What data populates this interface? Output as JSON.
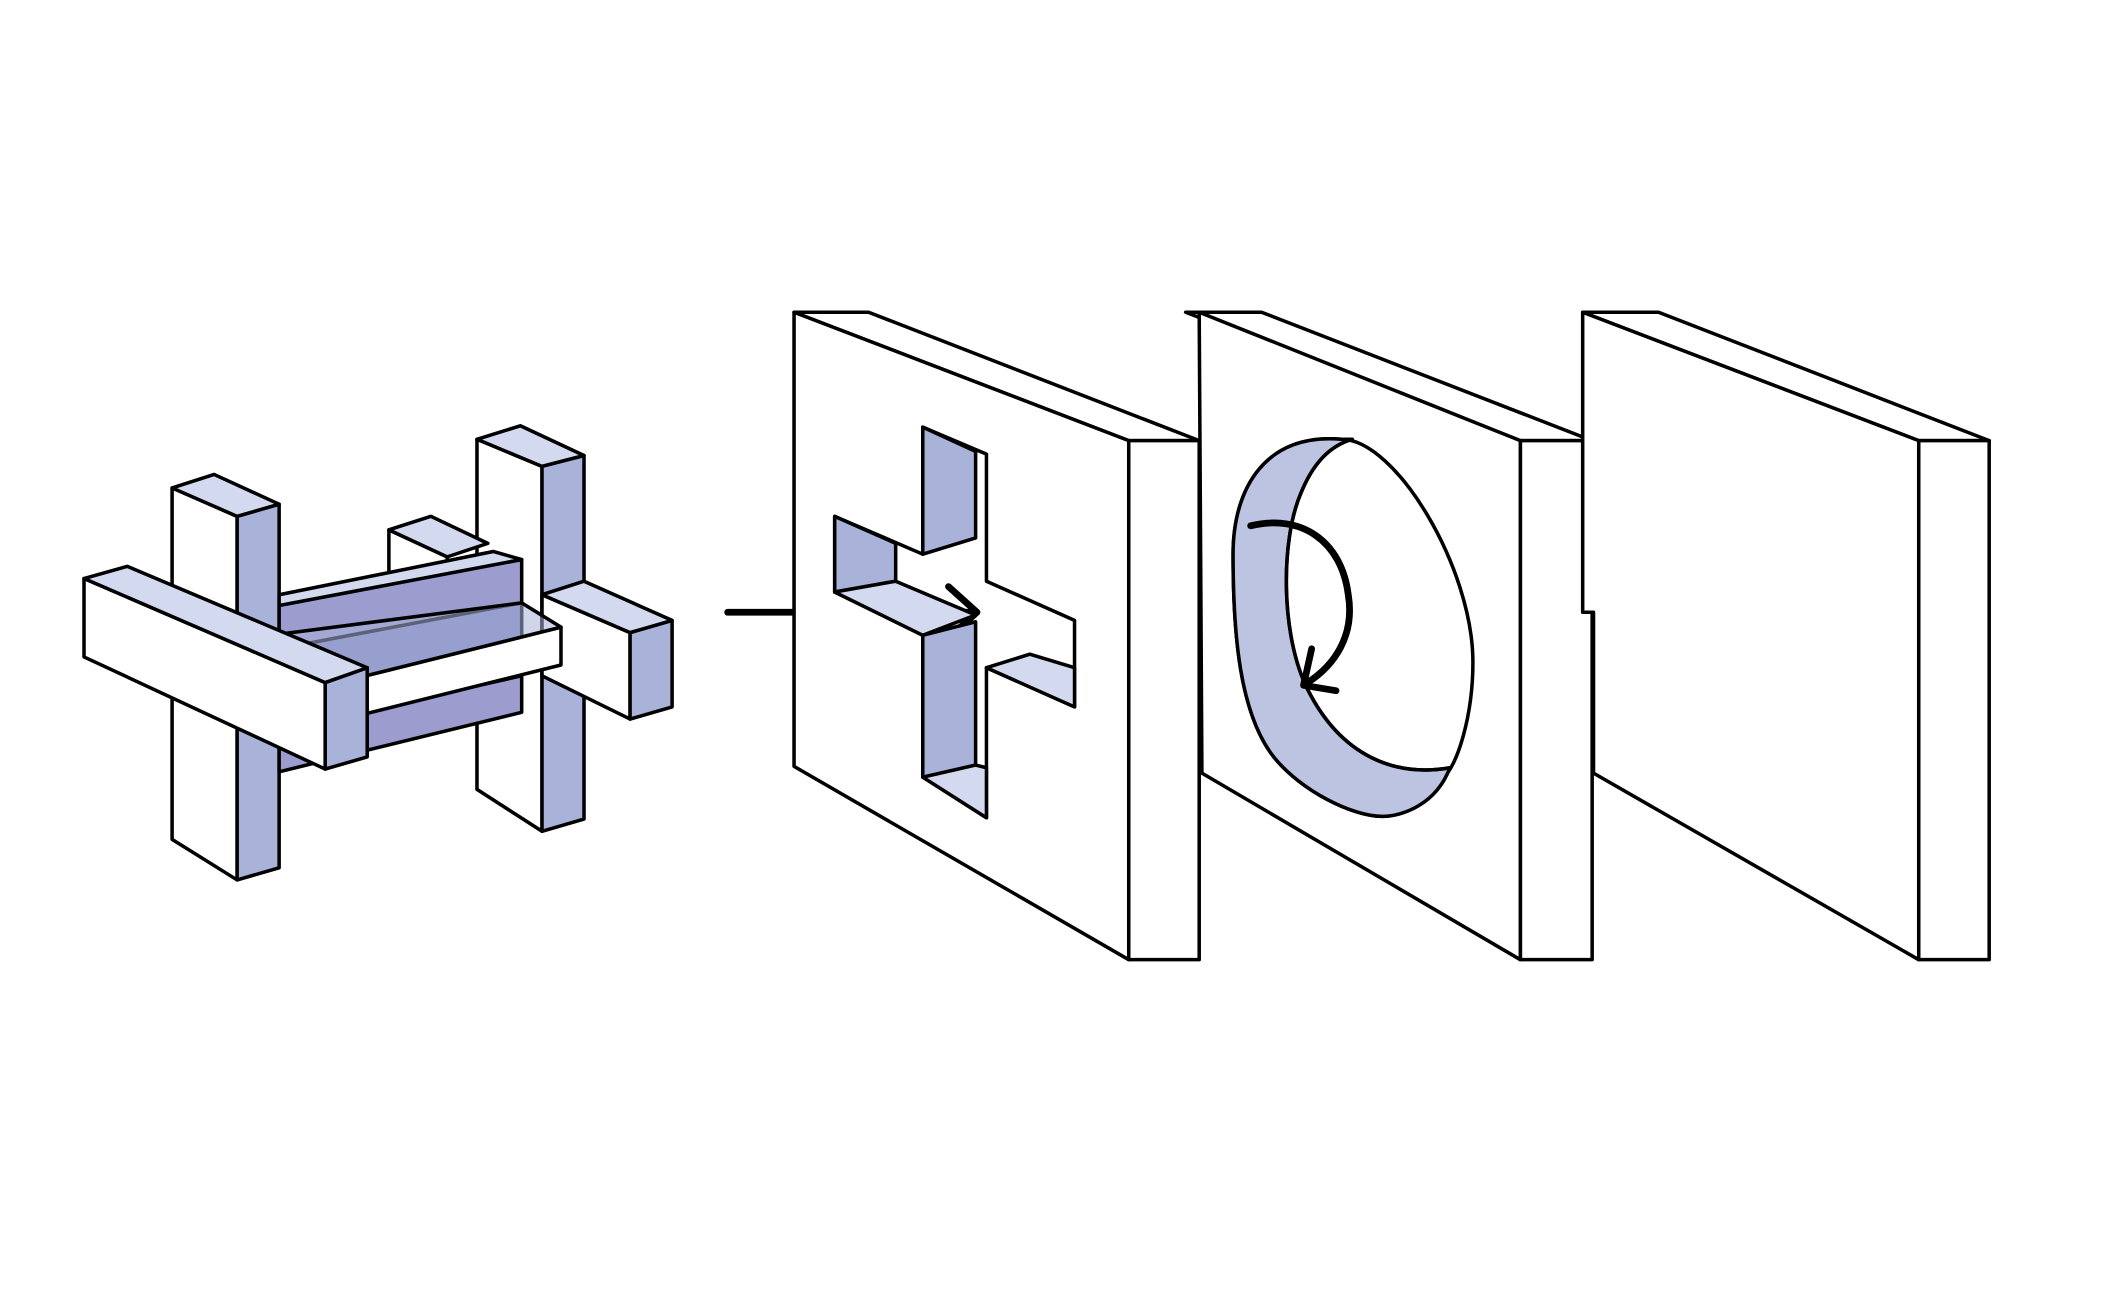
{
  "figure": {
    "description_elements": [
      "cross-shaped-piece",
      "cross-hole-panel",
      "circular-hole-panel",
      "blank-panel"
    ],
    "colors": {
      "background": "#ffffff",
      "outline": "#000000",
      "face_light": "#d3d9ee",
      "face_medium": "#a9b3d9",
      "face_dark": "#8087c2",
      "face_violet": "#9c9ccf",
      "hole_ring": "#bcc4e2",
      "panel_face": "#ffffff"
    },
    "icons": {
      "motion_arrow": "right-arrow-icon",
      "rotation_arrow": "curved-rotate-arrow-icon"
    }
  }
}
